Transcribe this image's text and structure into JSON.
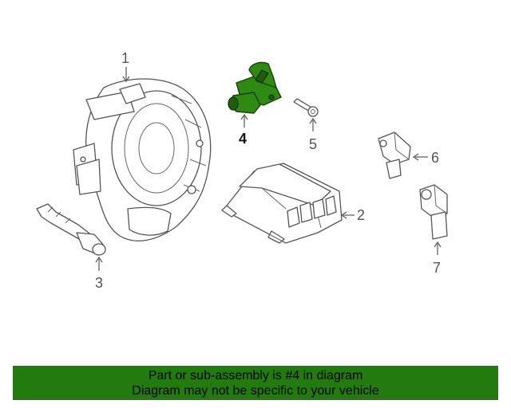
{
  "diagram": {
    "callouts": [
      "1",
      "2",
      "3",
      "4",
      "5",
      "6",
      "7"
    ],
    "highlighted_part": "4",
    "highlight_color": "#2f8a14"
  },
  "banner": {
    "line1": "Part or sub-assembly is #4 in diagram",
    "line2": "Diagram may not be specific to your vehicle",
    "background": "#237a0f"
  }
}
